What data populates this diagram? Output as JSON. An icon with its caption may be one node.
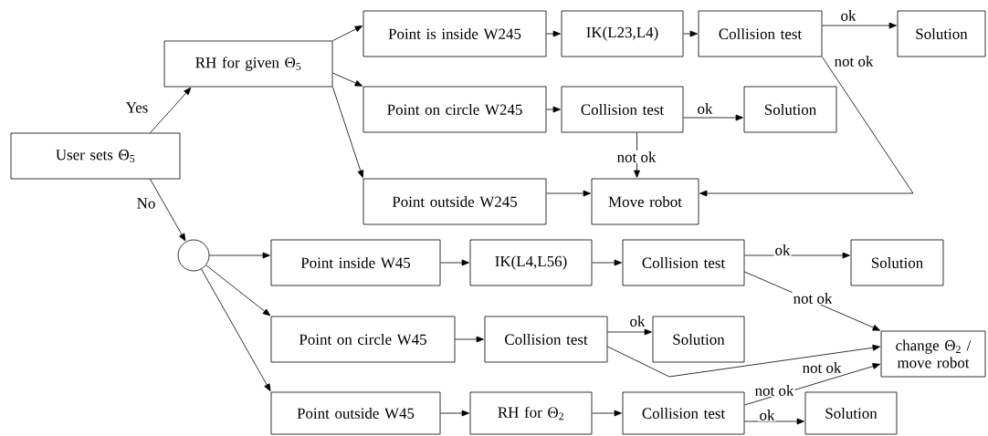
{
  "diagram": {
    "nodes": [
      {
        "text": [
          "User sets Θ$_{5}$"
        ]
      },
      {
        "text": [
          "RH for given Θ$_{5}$"
        ]
      },
      {
        "text": [
          "Point is inside W245"
        ]
      },
      {
        "text": [
          "IK(L23,L4)"
        ]
      },
      {
        "text": [
          "Collision test"
        ]
      },
      {
        "text": [
          "Solution"
        ]
      },
      {
        "text": [
          "Point on circle W245"
        ]
      },
      {
        "text": [
          "Collision test"
        ]
      },
      {
        "text": [
          "Solution"
        ]
      },
      {
        "text": [
          "Point outside W245"
        ]
      },
      {
        "text": [
          "Move robot"
        ]
      },
      {
        "text": [],
        "shape": "circle"
      },
      {
        "text": [
          "Point inside W45"
        ]
      },
      {
        "text": [
          "IK(L4,L56)"
        ]
      },
      {
        "text": [
          "Collision test"
        ]
      },
      {
        "text": [
          "Solution"
        ]
      },
      {
        "text": [
          "Point on circle W45"
        ]
      },
      {
        "text": [
          "Collision test"
        ]
      },
      {
        "text": [
          "Solution"
        ]
      },
      {
        "text": [
          "change Θ$_{2}$ / move robot"
        ]
      },
      {
        "text": [
          "Point outside W45"
        ]
      },
      {
        "text": [
          "RH for Θ$_{2}$"
        ]
      },
      {
        "text": [
          "Collision test"
        ]
      },
      {
        "text": [
          "Solution"
        ]
      }
    ],
    "edges": [
      {
        "from": 0,
        "to": 1,
        "arrow": "to",
        "label": "Yes"
      },
      {
        "from": 0,
        "to": 11,
        "arrow": "to",
        "label": "No"
      },
      {
        "from": 1,
        "to": 2,
        "arrow": "to"
      },
      {
        "from": 1,
        "to": 6,
        "arrow": "to"
      },
      {
        "from": 1,
        "to": 9,
        "arrow": "to"
      },
      {
        "from": 2,
        "to": 3,
        "arrow": "to"
      },
      {
        "from": 3,
        "to": 4,
        "arrow": "to"
      },
      {
        "from": 4,
        "to": 5,
        "arrow": "to",
        "label": "ok"
      },
      {
        "from": 4,
        "to": 10,
        "arrow": "to",
        "label": "not ok"
      },
      {
        "from": 6,
        "to": 7,
        "arrow": "to"
      },
      {
        "from": 7,
        "to": 8,
        "arrow": "to",
        "label": "ok"
      },
      {
        "from": 7,
        "to": 10,
        "arrow": "to",
        "label": "not ok"
      },
      {
        "from": 9,
        "to": 10,
        "arrow": "to"
      },
      {
        "from": 11,
        "to": 12,
        "arrow": "to"
      },
      {
        "from": 11,
        "to": 16,
        "arrow": "to"
      },
      {
        "from": 11,
        "to": 20,
        "arrow": "to"
      },
      {
        "from": 12,
        "to": 13,
        "arrow": "to"
      },
      {
        "from": 13,
        "to": 14,
        "arrow": "to"
      },
      {
        "from": 14,
        "to": 15,
        "arrow": "to",
        "label": "ok"
      },
      {
        "from": 14,
        "to": 19,
        "arrow": "to",
        "label": "not ok"
      },
      {
        "from": 16,
        "to": 17,
        "arrow": "to"
      },
      {
        "from": 17,
        "to": 18,
        "arrow": "to",
        "label": "ok"
      },
      {
        "from": 17,
        "to": 19,
        "arrow": "to",
        "label": "not ok"
      },
      {
        "from": 20,
        "to": 21,
        "arrow": "to"
      },
      {
        "from": 21,
        "to": 22,
        "arrow": "to"
      },
      {
        "from": 22,
        "to": 19,
        "arrow": "to",
        "label": "not ok"
      },
      {
        "from": 22,
        "to": 23,
        "arrow": "to",
        "label": "ok"
      }
    ]
  }
}
